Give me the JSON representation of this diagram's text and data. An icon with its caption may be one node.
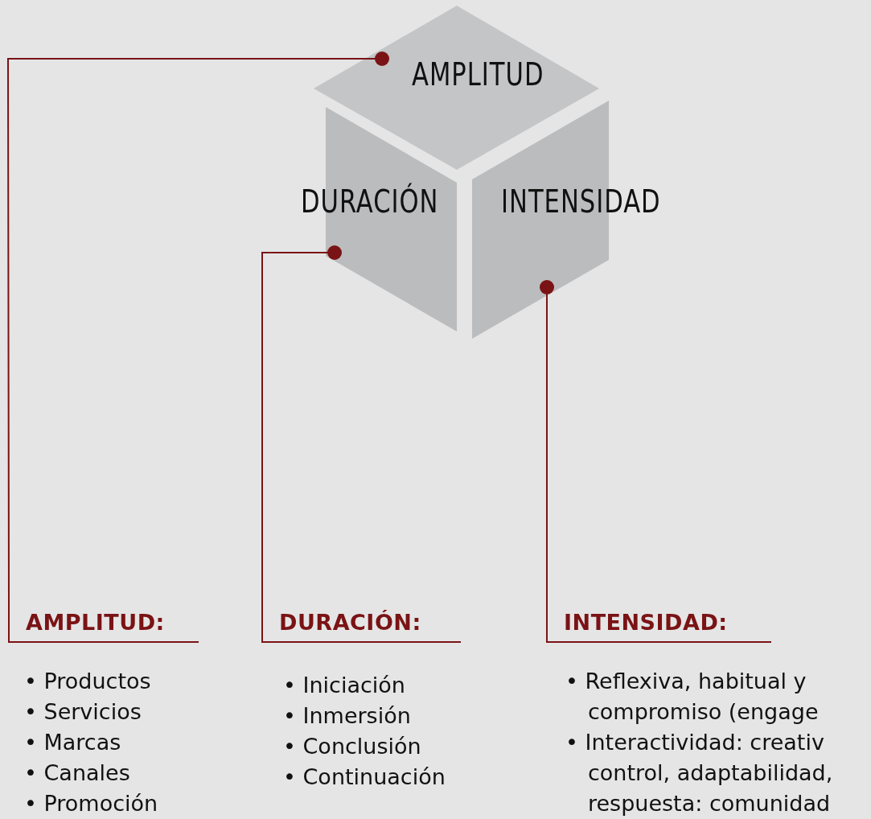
{
  "diagram": {
    "nodes": [
      {
        "text": [
          "AMPLITUD"
        ]
      },
      {
        "text": [
          "DURACIÓN"
        ]
      },
      {
        "text": [
          "INTENSIDAD"
        ]
      },
      {
        "text": [
          "AMPLITUD:"
        ]
      },
      {
        "text": [
          "DURACIÓN:"
        ]
      },
      {
        "text": [
          "INTENSIDAD:"
        ]
      }
    ],
    "edges": [
      {
        "from": 3,
        "to": 0,
        "arrow": "other"
      },
      {
        "from": 4,
        "to": 1,
        "arrow": "other"
      },
      {
        "from": 5,
        "to": 2,
        "arrow": "other"
      }
    ],
    "labels": [
      "• Productos",
      "• Servicios",
      "• Marcas",
      "• Canales",
      "• Promoción",
      "• Iniciación",
      "• Inmersión",
      "• Conclusión",
      "• Continuación",
      "• Reflexiva, habitual y compromiso (engage",
      "• Interactividad: creativ control, adaptabilidad, respuesta: comunidad"
    ]
  }
}
